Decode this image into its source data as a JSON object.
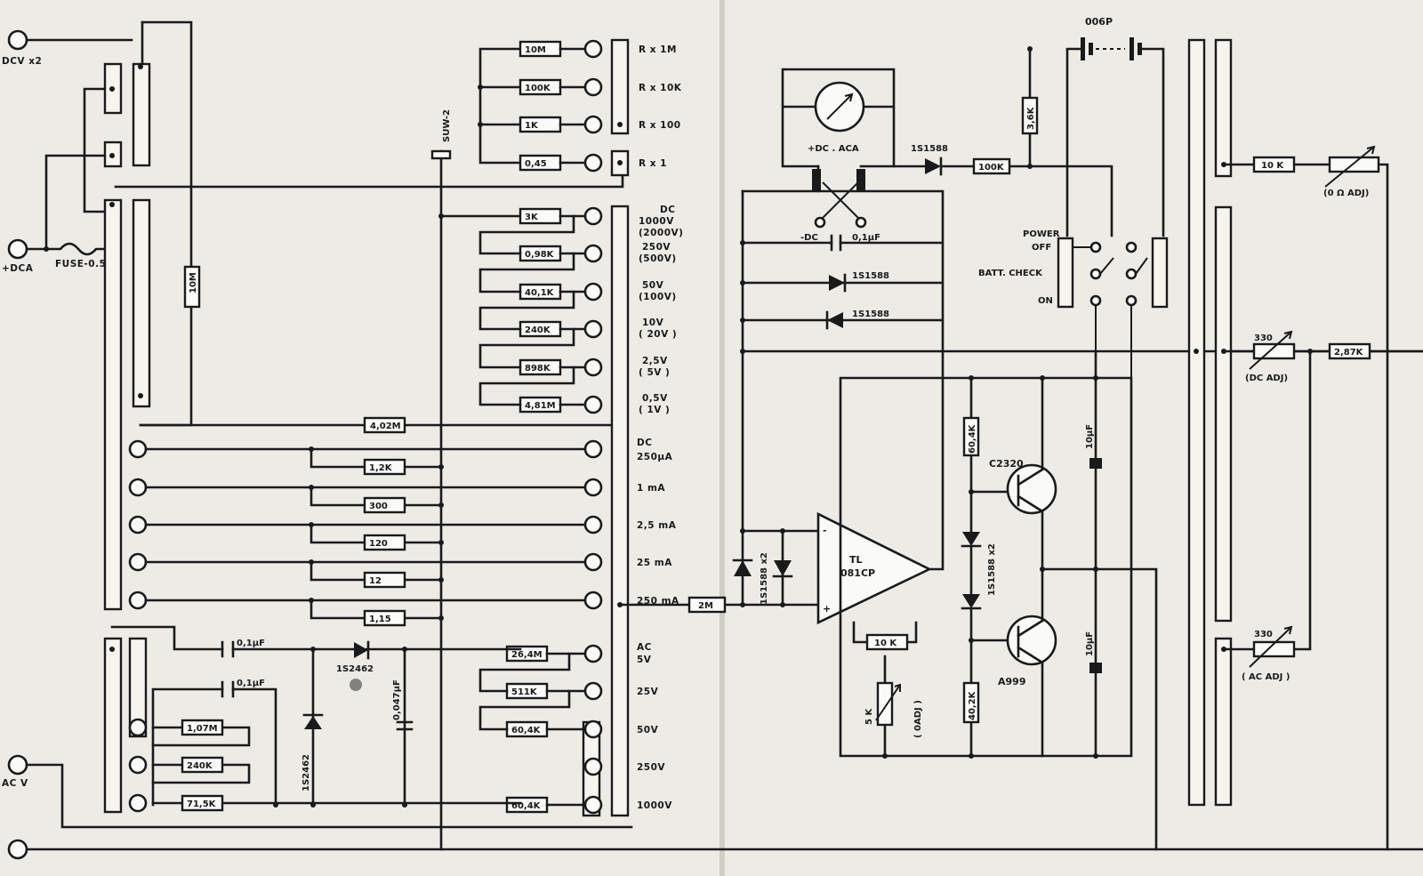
{
  "inputs": {
    "dcv": "DCV x2",
    "dc_plus": "+DCA",
    "fuse": "FUSE-0.5A",
    "acv": "AC V",
    "sw": "SUW-2",
    "r10m_left": "10M",
    "r402": "4,02M"
  },
  "ohms_ranges": [
    {
      "res": "10M",
      "label": "R x 1M"
    },
    {
      "res": "100K",
      "label": "R x 10K"
    },
    {
      "res": "1K",
      "label": "R x 100"
    },
    {
      "res": "0,45",
      "label": "R x 1"
    }
  ],
  "dcv_ranges": [
    {
      "res": "3K",
      "label": "DC",
      "label2": "1000V",
      "label3": "(2000V)"
    },
    {
      "res": "0,98K",
      "label": "250V",
      "label2": "(500V)"
    },
    {
      "res": "40,1K",
      "label": "50V",
      "label2": "(100V)"
    },
    {
      "res": "240K",
      "label": "10V",
      "label2": "( 20V )"
    },
    {
      "res": "898K",
      "label": "2,5V",
      "label2": "( 5V )"
    },
    {
      "res": "4,81M",
      "label": "0,5V",
      "label2": "( 1V )"
    }
  ],
  "dca_ranges": [
    {
      "res": "1,2K",
      "label": "DC",
      "label2": "250µA"
    },
    {
      "res": "300",
      "label": "1 mA"
    },
    {
      "res": "120",
      "label": "2,5 mA"
    },
    {
      "res": "12",
      "label": "25 mA"
    },
    {
      "res": "1,15",
      "label": "250 mA"
    }
  ],
  "acv_ranges": [
    {
      "res": "26,4M",
      "label": "AC",
      "label2": "5V"
    },
    {
      "res": "511K",
      "label": "25V"
    },
    {
      "res": "60,4K",
      "label": "50V"
    },
    {
      "res": "",
      "label": "250V"
    },
    {
      "res": "60,4K",
      "label": "1000V"
    }
  ],
  "ac_section": {
    "cap1": "0,1µF",
    "cap2": "0,1µF",
    "diode_top": "1S2462",
    "diode_side": "1S2462",
    "cap_v": "0,047µF",
    "r1": "1,07M",
    "r2": "240K",
    "r3": "71,5K"
  },
  "amp": {
    "input_r": "2M",
    "opamp_line1": "TL",
    "opamp_line2": "081CP",
    "diode_pair": "1S1588 x2",
    "diode_pair2": "1S1588 x2",
    "r604": "60,4K",
    "r402": "40,2K",
    "pot": "10 K",
    "trim": "5 K",
    "trim_label": "( 0ADJ )",
    "q1": "C2320",
    "q2": "A999",
    "c1": "10µF",
    "c2": "10µF"
  },
  "meter": {
    "label": "+DC . ACA",
    "label_minus": "-DC",
    "cap": "0,1µF",
    "d1": "1S1588",
    "d2": "1S1588",
    "d3": "1S1588",
    "r100k": "100K",
    "r36k": "3,6K"
  },
  "battery": {
    "label": "006P",
    "power": "POWER",
    "off": "OFF",
    "batt": "BATT. CHECK",
    "on": "ON"
  },
  "right": {
    "r10k": "10 K",
    "adj1": "(0 Ω ADJ)",
    "r330a": "330",
    "r287": "2,87K",
    "adj2": "(DC ADJ)",
    "r330b": "330",
    "adj3": "( AC ADJ )"
  }
}
